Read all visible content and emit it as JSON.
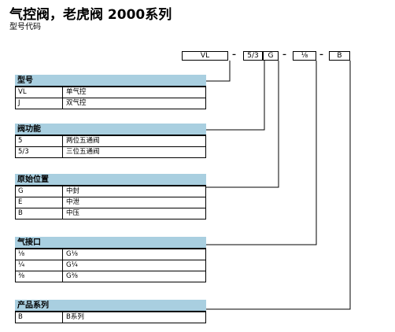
{
  "title": "气控阀，老虎阀 2000系列",
  "subtitle": "型号代码",
  "code": {
    "parts": [
      "VL",
      "5/3",
      "G",
      "⅛",
      "B"
    ],
    "dash": "–"
  },
  "sections": [
    {
      "header": "型号",
      "rows": [
        {
          "code": "VL",
          "desc": "单气控"
        },
        {
          "code": "J",
          "desc": "双气控"
        }
      ]
    },
    {
      "header": "阀功能",
      "rows": [
        {
          "code": "5",
          "desc": "两位五通阀"
        },
        {
          "code": "5/3",
          "desc": "三位五通阀"
        }
      ]
    },
    {
      "header": "原始位置",
      "rows": [
        {
          "code": "G",
          "desc": "中封"
        },
        {
          "code": "E",
          "desc": "中泄"
        },
        {
          "code": "B",
          "desc": "中压"
        }
      ]
    },
    {
      "header": "气接口",
      "rows": [
        {
          "code": "⅛",
          "desc": "G⅛"
        },
        {
          "code": "¼",
          "desc": "G¼"
        },
        {
          "code": "⅜",
          "desc": "G⅜"
        }
      ]
    },
    {
      "header": "产品系列",
      "rows": [
        {
          "code": "B",
          "desc": "B系列"
        }
      ]
    }
  ]
}
